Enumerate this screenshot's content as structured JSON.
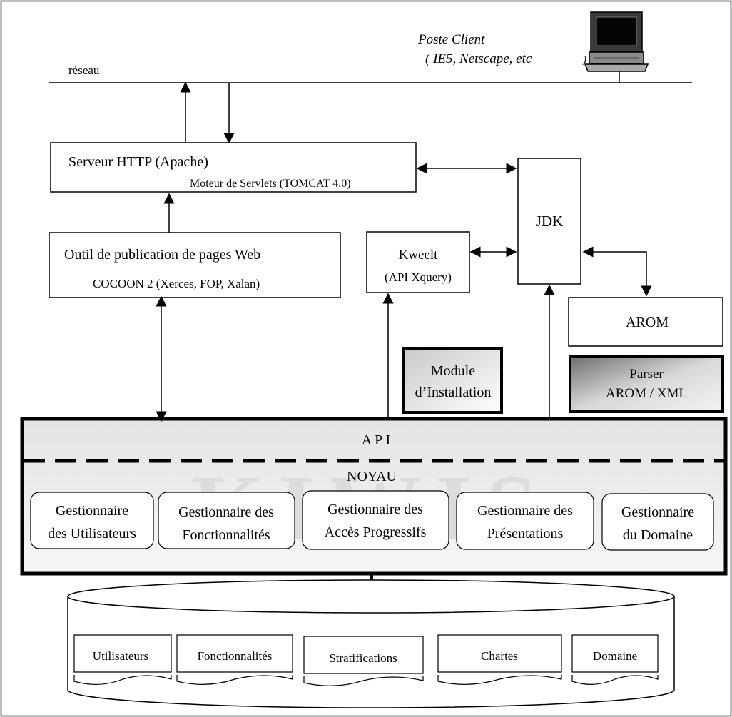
{
  "network": {
    "label": "réseau"
  },
  "client": {
    "title": "Poste Client",
    "subtitle_open": "( IE5, Netscape, etc",
    "subtitle_close": ")",
    "icon": "computer-icon"
  },
  "http_server": {
    "title": "Serveur HTTP (Apache)",
    "subtitle": "Moteur de Servlets (TOMCAT 4.0)"
  },
  "jdk": {
    "label": "JDK"
  },
  "publisher": {
    "title": "Outil de publication de pages Web",
    "subtitle": "COCOON 2 (Xerces, FOP, Xalan)"
  },
  "kweelt": {
    "title": "Kweelt",
    "subtitle": "(API Xquery)"
  },
  "arom": {
    "label": "AROM"
  },
  "install_module": {
    "line1": "Module",
    "line2": "d’Installation"
  },
  "parser": {
    "line1": "Parser",
    "line2": "AROM / XML"
  },
  "core": {
    "api_label": "A P I",
    "kernel_label": "NOYAU",
    "watermark": "KIWIS",
    "managers": [
      {
        "line1": "Gestionnaire",
        "line2": "des Utilisateurs"
      },
      {
        "line1": "Gestionnaire des",
        "line2": "Fonctionnalités"
      },
      {
        "line1": "Gestionnaire des",
        "line2": "Accès Progressifs"
      },
      {
        "line1": "Gestionnaire des",
        "line2": "Présentations"
      },
      {
        "line1": "Gestionnaire",
        "line2": "du Domaine"
      }
    ]
  },
  "database": {
    "documents": [
      "Utilisateurs",
      "Fonctionnalités",
      "Stratifications",
      "Chartes",
      "Domaine"
    ]
  }
}
